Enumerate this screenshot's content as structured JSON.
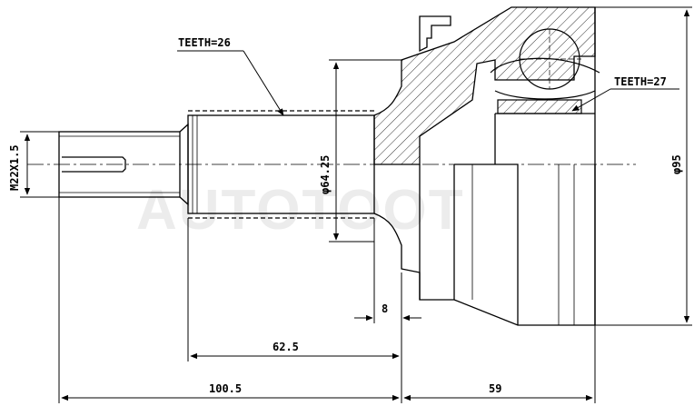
{
  "watermark": "AUTOTOOT",
  "labels": {
    "spline_outer": "TEETH=26",
    "spline_inner": "TEETH=27",
    "thread": "M22X1.5",
    "shaft_dia": "φ64.25",
    "outer_dia": "φ95",
    "dim_flange": "8",
    "dim_shaft": "62.5",
    "dim_total": "100.5",
    "dim_housing": "59"
  },
  "colors": {
    "line": "#000000",
    "hatch": "#000000",
    "watermark": "#ececec"
  }
}
